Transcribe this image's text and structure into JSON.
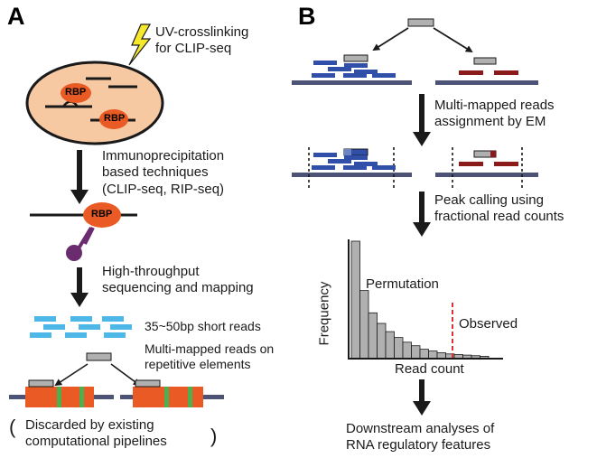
{
  "panels": {
    "a": "A",
    "b": "B"
  },
  "panel_a": {
    "uv_line1": "UV-crosslinking",
    "uv_line2": "for CLIP-seq",
    "rbp_label": "RBP",
    "ip_line1": "Immunoprecipitation",
    "ip_line2": "based techniques",
    "ip_line3": "(CLIP-seq, RIP-seq)",
    "seq_line1": "High-throughput",
    "seq_line2": "sequencing and mapping",
    "short_reads": "35~50bp short reads",
    "multi_line1": "Multi-mapped reads on",
    "multi_line2": "repetitive elements",
    "discard_line1": "Discarded by existing",
    "discard_line2": "computational pipelines",
    "paren_open": "(",
    "paren_close": ")"
  },
  "panel_b": {
    "em_line1": "Multi-mapped reads",
    "em_line2": "assignment by EM",
    "peak_line1": "Peak calling using",
    "peak_line2": "fractional read counts",
    "frequency_label": "Frequency",
    "permutation_label": "Permutation",
    "observed_label": "Observed",
    "read_count_label": "Read count",
    "down_line1": "Downstream analyses of",
    "down_line2": "RNA regulatory features"
  },
  "histogram": {
    "bar_heights": [
      1.0,
      0.58,
      0.39,
      0.3,
      0.23,
      0.18,
      0.14,
      0.11,
      0.08,
      0.065,
      0.05,
      0.04,
      0.035,
      0.03,
      0.025,
      0.02
    ]
  },
  "colors": {
    "blue_read": "#2f4fa8",
    "dark_red_read": "#8b1a1a",
    "light_blue_read": "#4db8e8",
    "navy_genome": "#4c5377",
    "gray_read": "#b0b0b0",
    "orange": "#ea5a24",
    "green_stripe": "#4caf50",
    "purple": "#6a2c6e",
    "cell_fill": "#f7c9a3",
    "lightning": "#f6e82a",
    "observed_line": "#e03030"
  }
}
